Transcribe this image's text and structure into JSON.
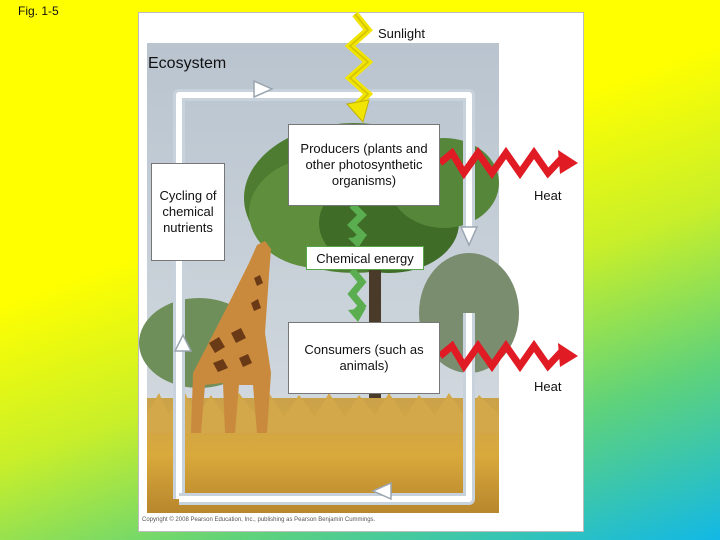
{
  "figure": {
    "label": "Fig. 1-5"
  },
  "diagram": {
    "title": "Ecosystem",
    "sunlight": "Sunlight",
    "producers": "Producers (plants and other photosynthetic organisms)",
    "cycling": "Cycling of chemical nutrients",
    "chemical_energy": "Chemical energy",
    "consumers": "Consumers (such as animals)",
    "heat_top": "Heat",
    "heat_bottom": "Heat",
    "copyright": "Copyright © 2008 Pearson Education, Inc., publishing as Pearson Benjamin Cummings."
  },
  "colors": {
    "sunlight_arrow": "#f0e400",
    "heat_arrow": "#e01b24",
    "energy_arrow": "#5aae50",
    "cycle_path": "#c8d2dc"
  },
  "illustration": "giraffe-savanna-photo"
}
